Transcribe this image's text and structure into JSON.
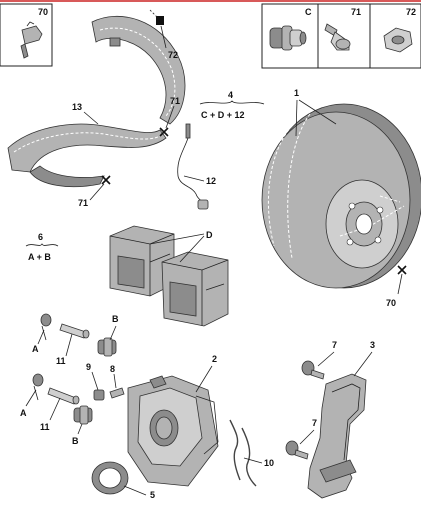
{
  "labels": {
    "box_70": "70",
    "box_c": "C",
    "box_71": "71",
    "box_72": "72",
    "shield_72": "72",
    "shield_13": "13",
    "shield_71_top": "71",
    "shield_71_bottom": "71",
    "group_4": "4",
    "group_4_contents": "C + D + 12",
    "group_6": "6",
    "group_6_contents": "A + B",
    "disc_1": "1",
    "sensor_12": "12",
    "pads_d": "D",
    "disc_70": "70",
    "pin_a_top": "A",
    "sleeve_11_top": "11",
    "boot_b_top": "B",
    "part_9": "9",
    "part_8": "8",
    "caliper_2": "2",
    "bolt_7_top": "7",
    "bracket_3": "3",
    "pin_a_bottom": "A",
    "sleeve_11_bottom": "11",
    "boot_b_bottom": "B",
    "bolt_7_bottom": "7",
    "spring_10": "10",
    "seal_5": "5"
  },
  "colors": {
    "part_fill": "#b3b3b3",
    "line": "#222222",
    "accent_red": "#cc2222"
  }
}
